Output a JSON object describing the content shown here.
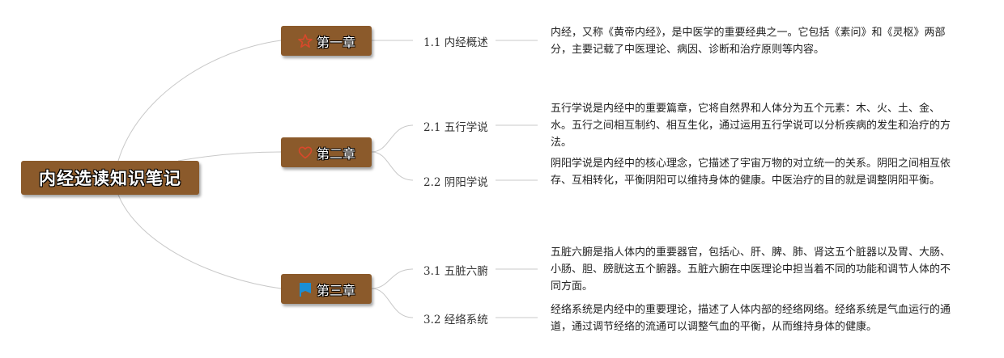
{
  "root": {
    "title": "内经选读知识笔记"
  },
  "chapters": [
    {
      "label": "第一章",
      "icon": "star-icon",
      "sections": [
        {
          "label": "1.1 内经概述",
          "text": "内经，又称《黄帝内经》，是中医学的重要经典之一。它包括《素问》和《灵枢》两部分，主要记载了中医理论、病因、诊断和治疗原则等内容。"
        }
      ]
    },
    {
      "label": "第二章",
      "icon": "heart-icon",
      "sections": [
        {
          "label": "2.1 五行学说",
          "text": "五行学说是内经中的重要篇章，它将自然界和人体分为五个元素：木、火、土、金、水。五行之间相互制约、相互生化，通过运用五行学说可以分析疾病的发生和治疗的方法。"
        },
        {
          "label": "2.2 阴阳学说",
          "text": "阴阳学说是内经中的核心理念，它描述了宇宙万物的对立统一的关系。阴阳之间相互依存、互相转化，平衡阴阳可以维持身体的健康。中医治疗的目的就是调整阴阳平衡。"
        }
      ]
    },
    {
      "label": "第三章",
      "icon": "flag-icon",
      "sections": [
        {
          "label": "3.1 五脏六腑",
          "text": "五脏六腑是指人体内的重要器官，包括心、肝、脾、肺、肾这五个脏器以及胃、大肠、小肠、胆、膀胱这五个腑器。五脏六腑在中医理论中担当着不同的功能和调节人体的不同方面。"
        },
        {
          "label": "3.2 经络系统",
          "text": "经络系统是内经中的重要理论，描述了人体内部的经络网络。经络系统是气血运行的通道，通过调节经络的流通可以调整气血的平衡，从而维持身体的健康。"
        }
      ]
    }
  ],
  "colors": {
    "node_fill": "#8b5a2b",
    "link": "#c8c8c8",
    "star": "#d9482b",
    "heart": "#d9482b",
    "flag": "#1a8fd6"
  }
}
